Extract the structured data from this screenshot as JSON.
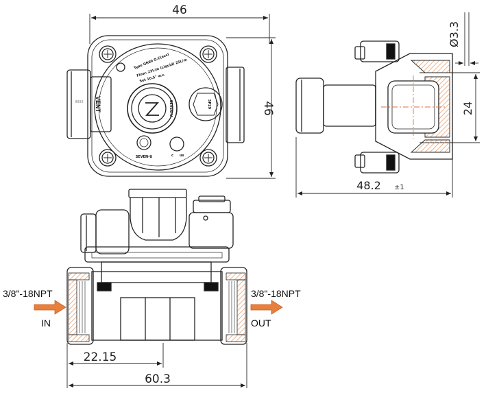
{
  "top_view": {
    "width_dim": "46",
    "height_dim": "46",
    "vent_label": "VENT",
    "type_text": "Type GR60 O.C(ecs)",
    "spec_text_1": "Flow: 23L/m (Liquid) 25L/m",
    "spec_text_2": "Set 10.5\" w.c.",
    "brand_center": "SEVEN-U",
    "brand_bottom": "SEVEN-U",
    "cert_c": "c",
    "cert_us": "us",
    "cap_label": "SP29"
  },
  "side_view": {
    "width_dim": "48.2",
    "width_tol": "±1",
    "height_dim": "24",
    "dia_dim": "Ø3.3"
  },
  "front_view": {
    "in_thread": "3/8\"-18NPT",
    "out_thread": "3/8\"-18NPT",
    "in_label": "IN",
    "out_label": "OUT",
    "port_dim": "22.15",
    "overall_dim": "60.3"
  },
  "colors": {
    "line": "#222222",
    "hatch": "#e8a070",
    "arrow": "#e87f3c",
    "center": "#e07030",
    "seal": "#111111"
  }
}
